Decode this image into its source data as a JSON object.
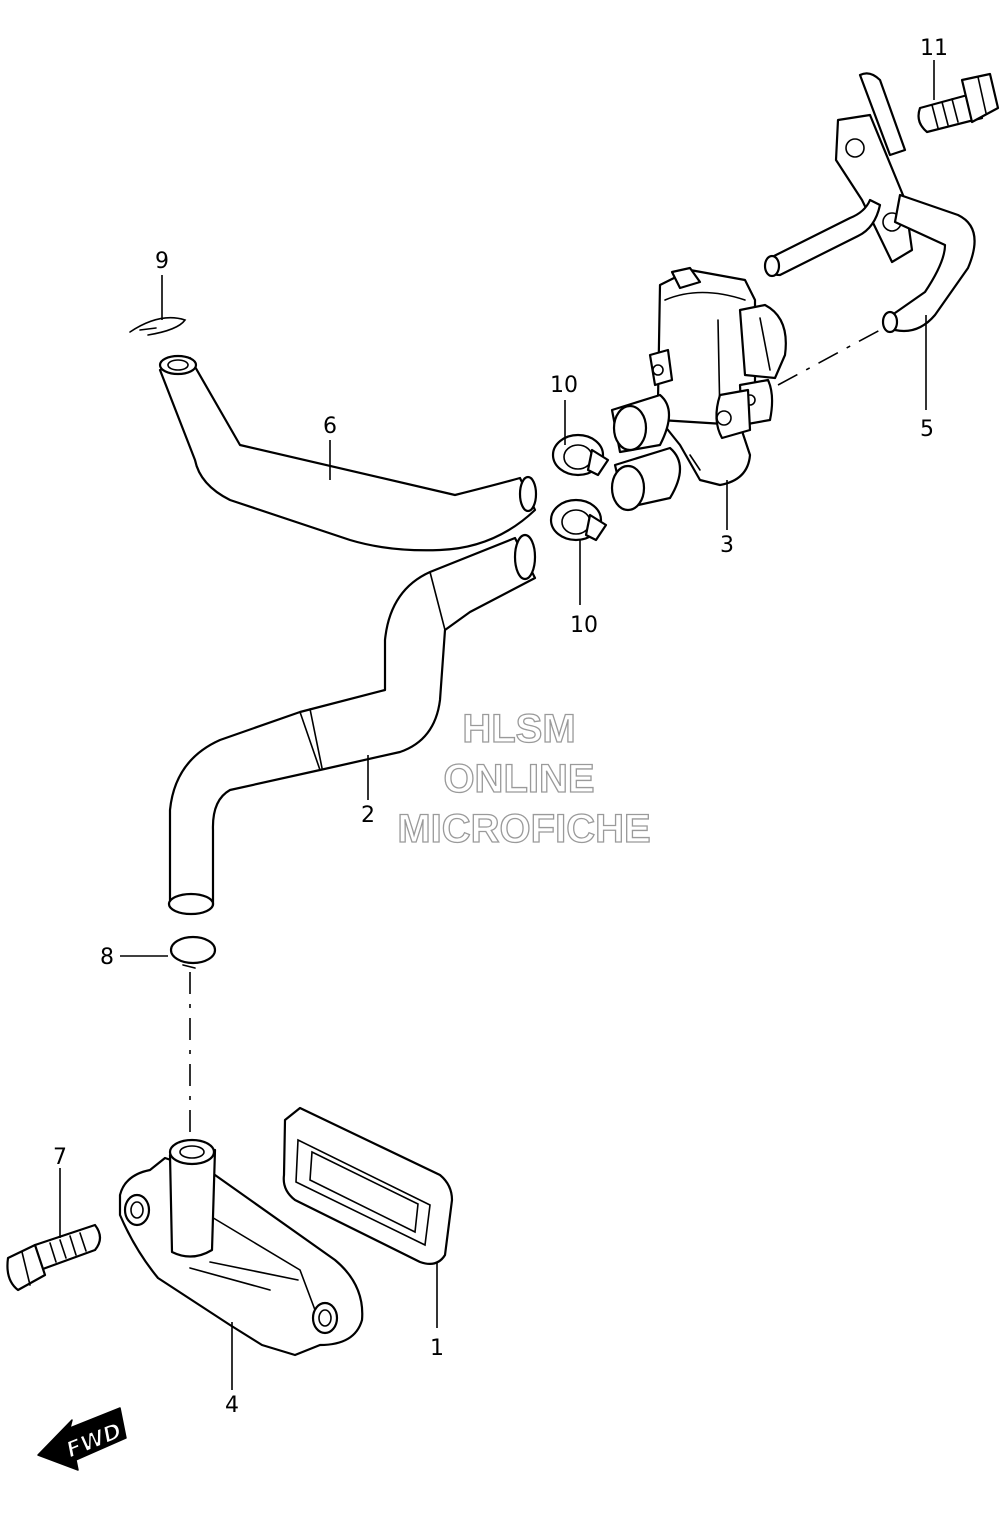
{
  "callouts": [
    "1",
    "2",
    "3",
    "4",
    "5",
    "6",
    "7",
    "8",
    "9",
    "10",
    "10",
    "11"
  ],
  "watermark": {
    "line1": "HLSM",
    "line2": "ONLINE",
    "line3": "MICROFICHE"
  },
  "direction_badge": "FWD"
}
